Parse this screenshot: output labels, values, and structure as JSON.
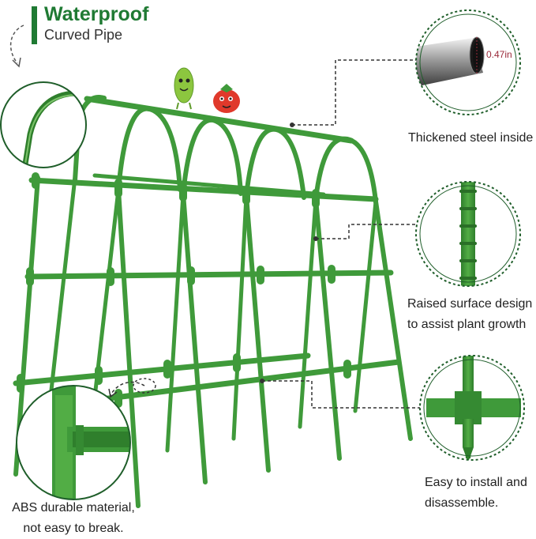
{
  "header": {
    "title": "Waterproof",
    "subtitle": "Curved Pipe"
  },
  "callouts": {
    "steel": "Thickened steel inside",
    "surface": "Raised surface design to assist plant growth",
    "install": "Easy to install and disassemble.",
    "abs": "ABS durable material, not easy to break."
  },
  "measurement": "0.47in",
  "colors": {
    "brand_green": "#1f7a33",
    "pipe_green": "#3f9a3a",
    "pipe_dark": "#2f7f2c",
    "measure_red": "#9a2a3a"
  },
  "icons": [
    "cucumber-mascot-icon",
    "tomato-mascot-icon"
  ]
}
